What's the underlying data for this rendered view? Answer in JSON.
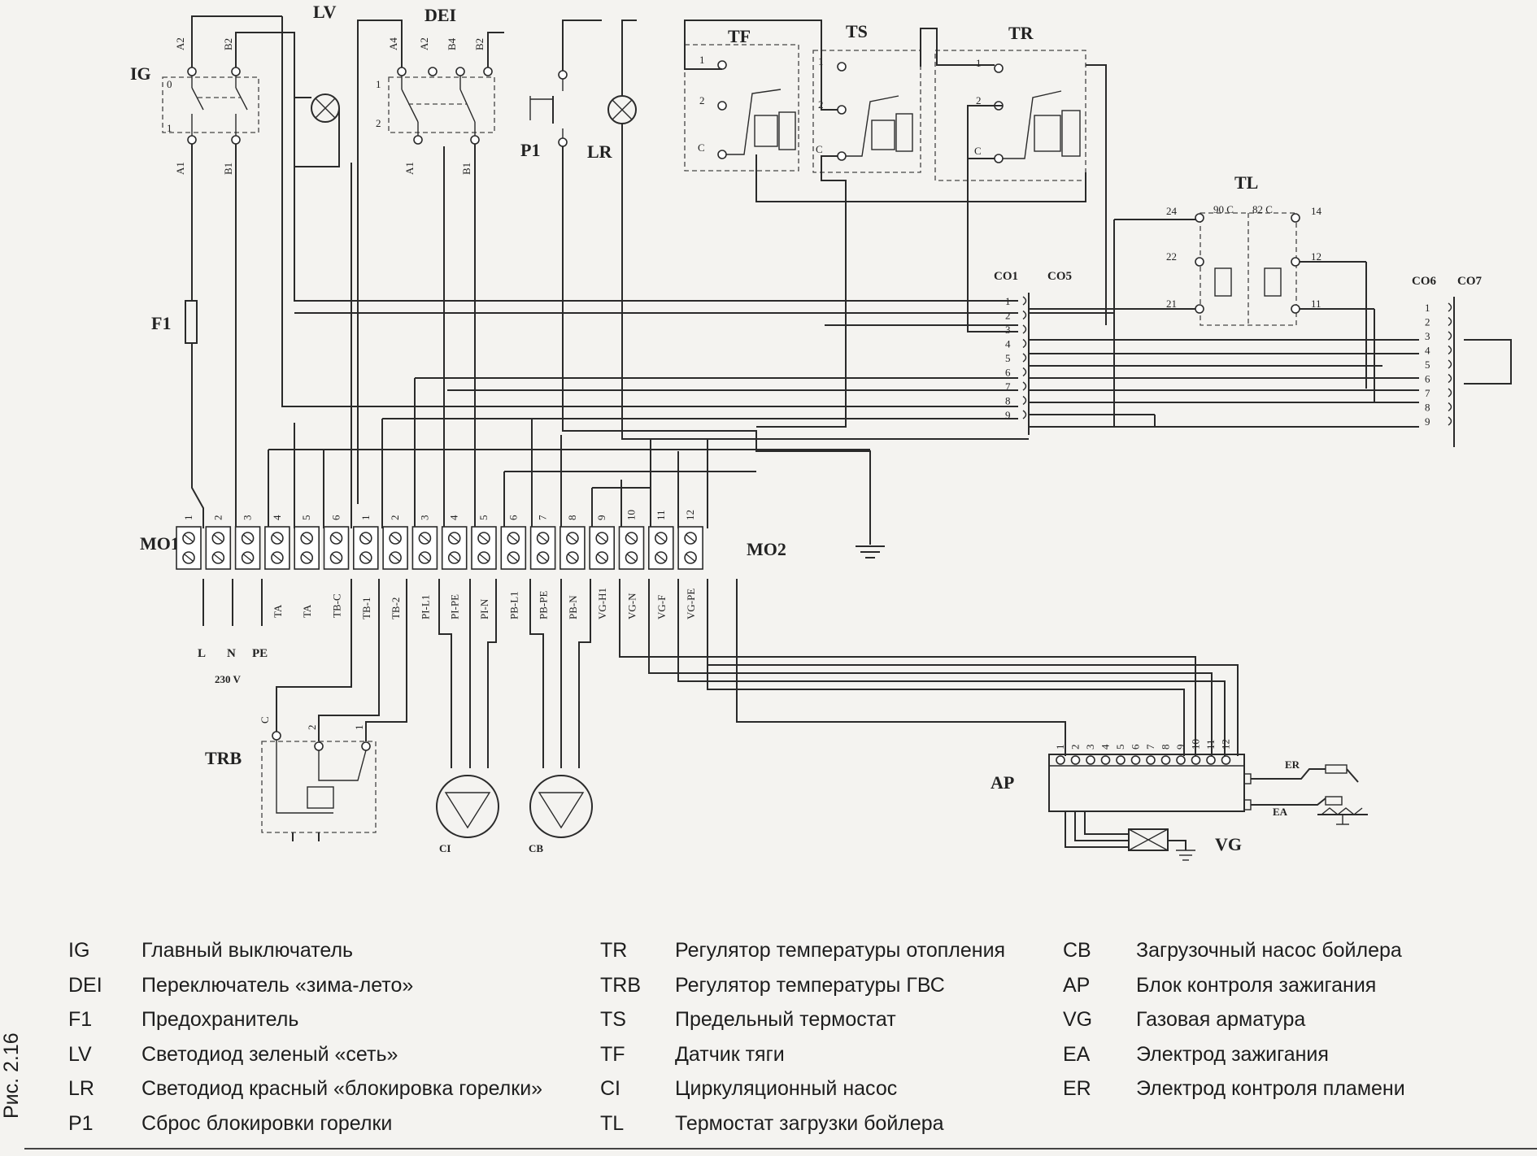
{
  "components": {
    "IG": "IG",
    "LV": "LV",
    "DEI": "DEI",
    "P1": "P1",
    "LR": "LR",
    "TF": "TF",
    "TS": "TS",
    "TR": "TR",
    "TL": "TL",
    "F1": "F1",
    "MO1": "MO1",
    "MO2": "MO2",
    "TRB": "TRB",
    "AP": "AP",
    "VG": "VG",
    "CI": "CI",
    "CB": "CB",
    "ER": "ER",
    "EA": "EA",
    "CO1": "CO1",
    "CO5": "CO5",
    "CO6": "CO6",
    "CO7": "CO7"
  },
  "ig_pins": {
    "a2": "A2",
    "b2": "B2",
    "a1": "A1",
    "b1": "B1",
    "p0": "0",
    "p1": "1"
  },
  "dei_pins": [
    "A4",
    "A2",
    "B4",
    "B2",
    "A1",
    "B1",
    "1",
    "2"
  ],
  "thermostat_pins": {
    "p1": "1",
    "p2": "2",
    "c": "C"
  },
  "tl_labels": {
    "t90": "90 C",
    "t82": "82 C",
    "n24": "24",
    "n14": "14",
    "n22": "22",
    "n12": "12",
    "n21": "21",
    "n11": "11"
  },
  "connector_pins": [
    "1",
    "2",
    "3",
    "4",
    "5",
    "6",
    "7",
    "8",
    "9"
  ],
  "mo1_numbers": [
    "1",
    "2",
    "3",
    "4",
    "5",
    "6"
  ],
  "mo2_numbers": [
    "1",
    "2",
    "3",
    "4",
    "5",
    "6",
    "7",
    "8",
    "9",
    "10",
    "11",
    "12"
  ],
  "mo1_labels": [
    "TA",
    "TA",
    "TB-C"
  ],
  "mo2_labels": [
    "TB-1",
    "TB-2",
    "PI-L1",
    "PI-PE",
    "PI-N",
    "PB-L1",
    "PB-PE",
    "PB-N",
    "VG-H1",
    "VG-N",
    "VG-F",
    "VG-PE"
  ],
  "supply": {
    "L": "L",
    "N": "N",
    "PE": "PE",
    "voltage": "230 V"
  },
  "trb_pins": {
    "c": "C",
    "p2": "2",
    "p1": "1"
  },
  "ap_pins": [
    "1",
    "2",
    "3",
    "4",
    "5",
    "6",
    "7",
    "8",
    "9",
    "10",
    "11",
    "12"
  ],
  "legend": {
    "col1": [
      {
        "code": "IG",
        "desc": "Главный выключатель"
      },
      {
        "code": "DEI",
        "desc": "Переключатель «зима-лето»"
      },
      {
        "code": "F1",
        "desc": "Предохранитель"
      },
      {
        "code": "LV",
        "desc": "Светодиод зеленый «сеть»"
      },
      {
        "code": "LR",
        "desc": "Светодиод красный «блокировка горелки»"
      },
      {
        "code": "P1",
        "desc": "Сброс блокировки горелки"
      }
    ],
    "col2": [
      {
        "code": "TR",
        "desc": "Регулятор температуры отопления"
      },
      {
        "code": "TRB",
        "desc": "Регулятор температуры ГВС"
      },
      {
        "code": "TS",
        "desc": "Предельный термостат"
      },
      {
        "code": "TF",
        "desc": "Датчик тяги"
      },
      {
        "code": "CI",
        "desc": "Циркуляционный насос"
      },
      {
        "code": "TL",
        "desc": "Термостат загрузки бойлера"
      }
    ],
    "col3": [
      {
        "code": "CB",
        "desc": "Загрузочный насос бойлера"
      },
      {
        "code": "AP",
        "desc": "Блок контроля зажигания"
      },
      {
        "code": "VG",
        "desc": "Газовая арматура"
      },
      {
        "code": "EA",
        "desc": "Электрод зажигания"
      },
      {
        "code": "ER",
        "desc": "Электрод контроля пламени"
      }
    ]
  },
  "figure_caption": "Рис. 2.16"
}
